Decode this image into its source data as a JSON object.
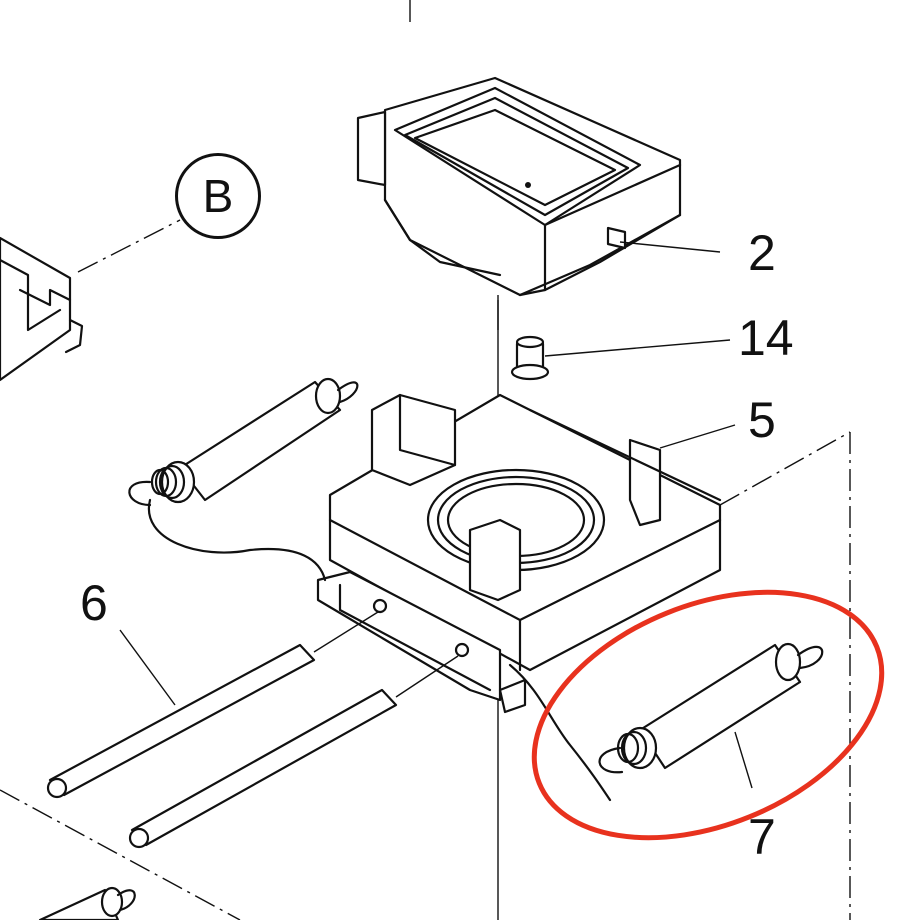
{
  "reference_circle": {
    "label": "B"
  },
  "callouts": [
    {
      "id": "part-2",
      "number": "2"
    },
    {
      "id": "part-14",
      "number": "14"
    },
    {
      "id": "part-5",
      "number": "5"
    },
    {
      "id": "part-6",
      "number": "6"
    },
    {
      "id": "part-7",
      "number": "7"
    }
  ],
  "highlight": {
    "target": "7",
    "color": "#e8321e"
  }
}
